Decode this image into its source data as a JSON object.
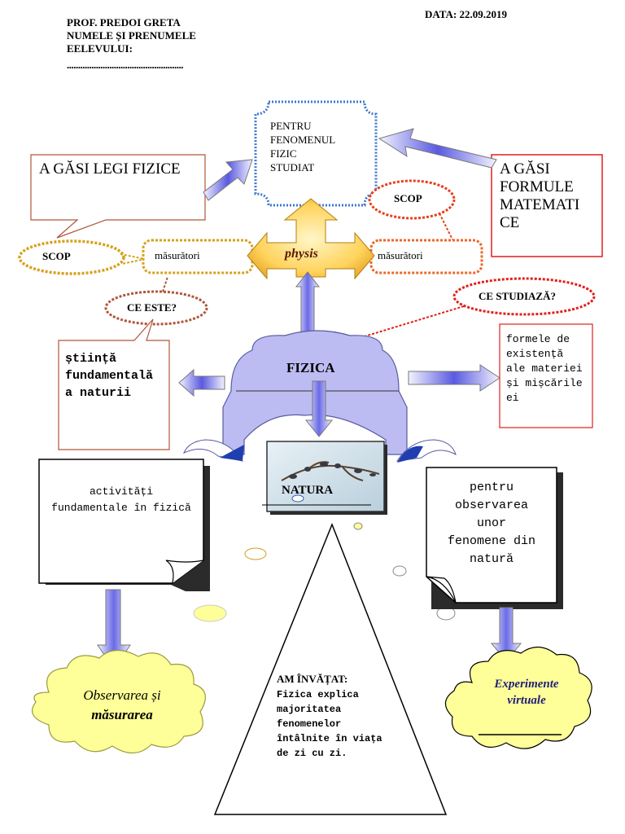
{
  "header": {
    "teacher": "PROF. PREDOI GRETA",
    "name_label_line1": "NUMELE ȘI PRENUMELE",
    "name_label_line2": "EELEVULUI:",
    "name_blank": "....................................................",
    "date": "DATA: 22.09.2019"
  },
  "top_box": {
    "lines": [
      "PENTRU",
      "FENOMENUL",
      "FIZIC",
      "STUDIAT"
    ]
  },
  "left_callout": {
    "text": "A GĂSI LEGI FIZICE"
  },
  "right_callout": {
    "lines": [
      "A GĂSI",
      "FORMULE",
      "MATEMATI",
      "CE"
    ]
  },
  "scop_left": "SCOP",
  "scop_right": "SCOP",
  "measure_left": "măsurători",
  "measure_right": "măsurători",
  "center_arrow_label": "physis",
  "ce_este": "CE ESTE?",
  "ce_studiaza": "CE STUDIAZĂ?",
  "definition_box": {
    "lines": [
      "știință",
      "fundamentală",
      "a naturii"
    ]
  },
  "studies_box": {
    "lines": [
      "formele de",
      "existență",
      "ale materiei",
      "și mișcările",
      "ei"
    ]
  },
  "center_title": "FIZICA",
  "nature_label": "NATURA",
  "left_page": {
    "lines": [
      "activități",
      "fundamentale în fizică"
    ]
  },
  "right_page": {
    "lines": [
      "pentru",
      "observarea",
      "unor",
      "fenomene din",
      "natură"
    ]
  },
  "left_cloud": {
    "line1": "Observarea și",
    "line2": "măsurarea"
  },
  "right_cloud": {
    "line1": "Experimente",
    "line2": "virtuale"
  },
  "triangle": {
    "title": "AM ÎNVĂȚAT:",
    "lines": [
      "Fizica explica",
      "majoritatea",
      "fenomenelor",
      "întâlnite în viața",
      "de zi cu zi."
    ]
  },
  "colors": {
    "arrow_blue": "#6f6fe6",
    "arrow_light": "#eaeaff",
    "fizica_fill": "#b9b9f0",
    "callout_border": "#c0504d",
    "gold": "#d6a21c",
    "cloud_fill": "#ffff99",
    "red_border": "#e0201b"
  }
}
